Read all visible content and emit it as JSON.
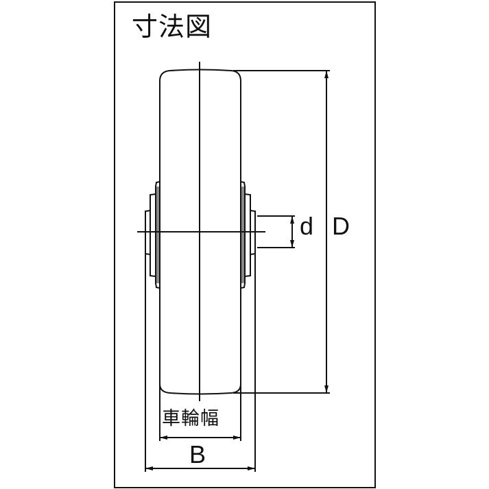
{
  "title": "寸法図",
  "labels": {
    "axle_diameter": "d",
    "wheel_diameter": "D",
    "overall_width": "B",
    "wheel_width": "車輪幅"
  },
  "colors": {
    "line": "#111111",
    "background": "#ffffff",
    "hub_fill": "#8a8a8a"
  }
}
